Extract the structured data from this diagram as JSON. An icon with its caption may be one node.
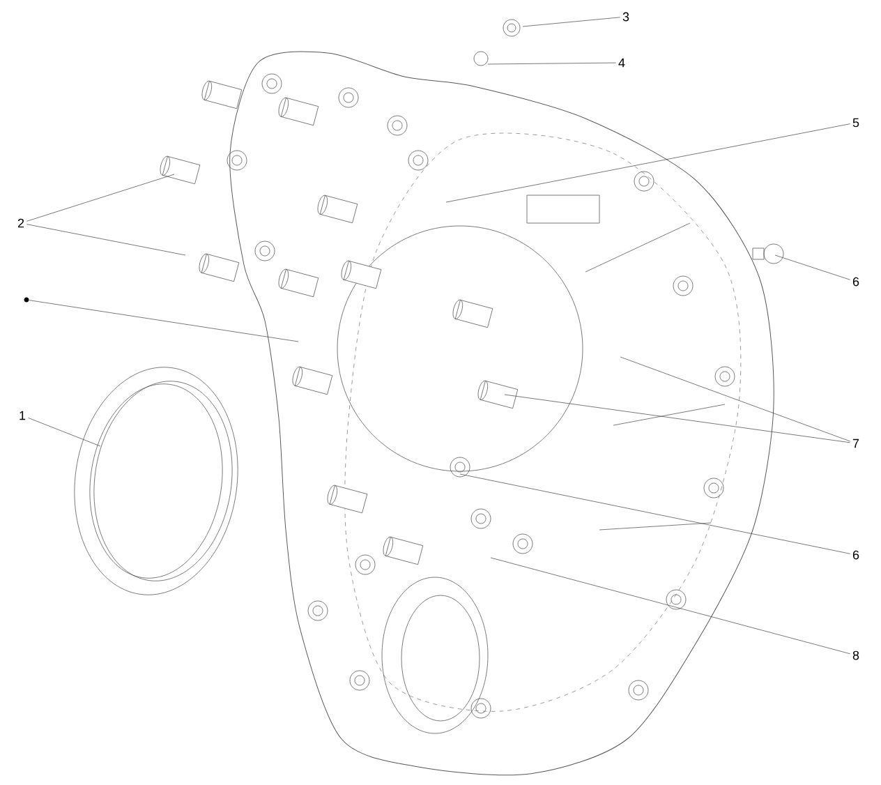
{
  "diagram": {
    "nodes": [
      {
        "text": [
          "1"
        ]
      },
      {
        "text": [
          "2"
        ]
      },
      {
        "text": [
          "3"
        ]
      },
      {
        "text": [
          "4"
        ]
      },
      {
        "text": [
          "5"
        ]
      },
      {
        "text": [
          "6"
        ]
      },
      {
        "text": [
          "7"
        ]
      },
      {
        "text": [
          "6"
        ]
      },
      {
        "text": [
          "8"
        ]
      },
      {
        "text": [],
        "shape": "circle"
      }
    ],
    "edges": [
      {
        "from": 0,
        "to": null,
        "arrow": "none"
      },
      {
        "from": 1,
        "to": null,
        "arrow": "none"
      },
      {
        "from": 1,
        "to": null,
        "arrow": "none"
      },
      {
        "from": 2,
        "to": null,
        "arrow": "none"
      },
      {
        "from": 3,
        "to": null,
        "arrow": "none"
      },
      {
        "from": 4,
        "to": null,
        "arrow": "none"
      },
      {
        "from": 5,
        "to": null,
        "arrow": "none"
      },
      {
        "from": 6,
        "to": null,
        "arrow": "none"
      },
      {
        "from": 6,
        "to": null,
        "arrow": "none"
      },
      {
        "from": 7,
        "to": null,
        "arrow": "none"
      },
      {
        "from": 8,
        "to": null,
        "arrow": "none"
      },
      {
        "from": 9,
        "to": null,
        "arrow": "none"
      }
    ]
  }
}
